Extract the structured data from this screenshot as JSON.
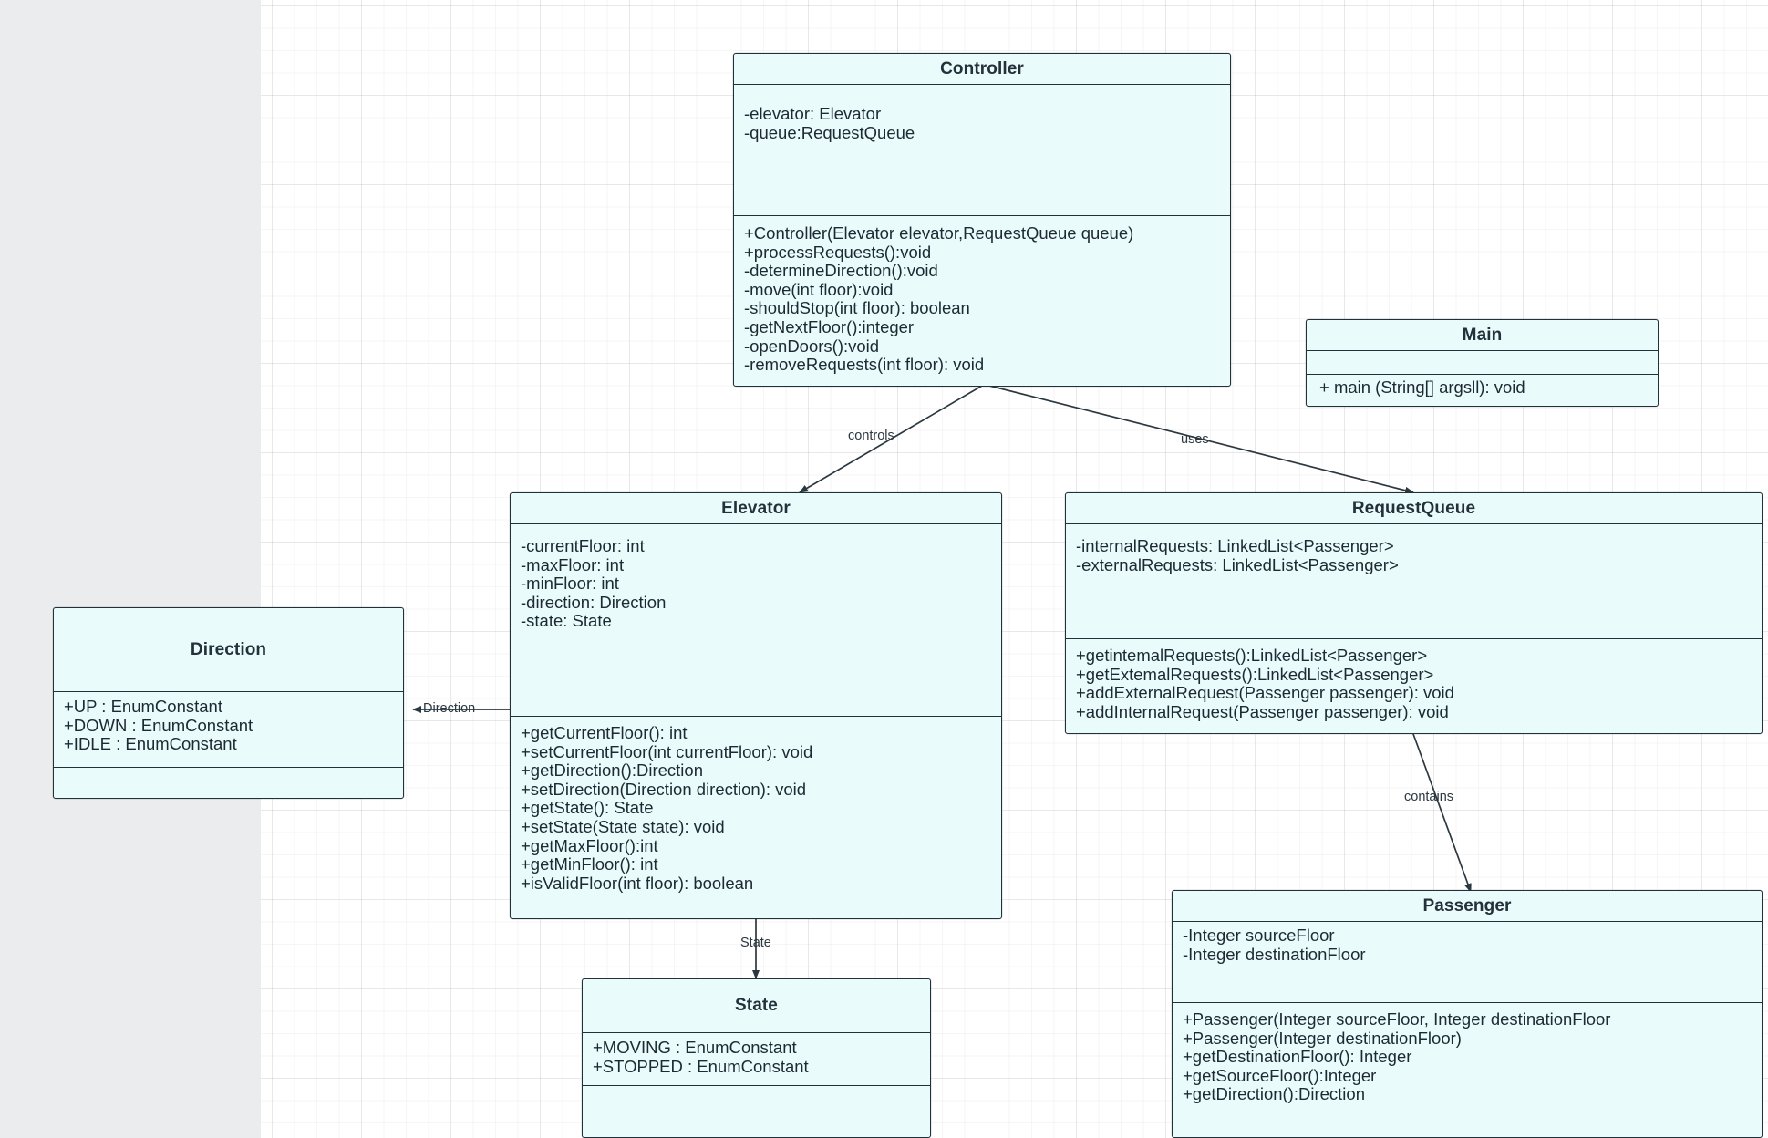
{
  "diagram": {
    "kind": "uml-class-diagram",
    "canvas": {
      "grid": true,
      "background": "#ffffff",
      "pane_background": "#eaecee"
    },
    "colors": {
      "class_fill": "#e9fbfb",
      "class_border": "#22303a",
      "text": "#1e2a33",
      "edge": "#2b3840"
    },
    "classes": [
      {
        "name": "Controller",
        "attributes": [
          "-elevator: Elevator",
          "-queue:RequestQueue"
        ],
        "methods": [
          "+Controller(Elevator elevator,RequestQueue queue)",
          "+processRequests():void",
          "-determineDirection():void",
          "-move(int floor):void",
          "-shouldStop(int floor): boolean",
          "-getNextFloor():integer",
          "-openDoors():void",
          "-removeRequests(int floor): void"
        ]
      },
      {
        "name": "Main",
        "attributes": [],
        "methods": [
          "+ main (String[] argsll): void"
        ]
      },
      {
        "name": "Elevator",
        "attributes": [
          "-currentFloor: int",
          "-maxFloor: int",
          "-minFloor: int",
          "-direction: Direction",
          "-state: State"
        ],
        "methods": [
          "+getCurrentFloor(): int",
          "+setCurrentFloor(int currentFloor): void",
          "+getDirection():Direction",
          "+setDirection(Direction direction): void",
          "+getState(): State",
          "+setState(State state): void",
          "+getMaxFloor():int",
          "+getMinFloor(): int",
          "+isValidFloor(int floor): boolean"
        ]
      },
      {
        "name": "RequestQueue",
        "attributes": [
          "-internalRequests: LinkedList<Passenger>",
          "-externalRequests: LinkedList<Passenger>"
        ],
        "methods": [
          "+getintemalRequests():LinkedList<Passenger>",
          "+getExtemalRequests():LinkedList<Passenger>",
          "+addExternalRequest(Passenger passenger): void",
          "+addInternalRequest(Passenger passenger): void"
        ]
      },
      {
        "name": "Direction",
        "attributes": [
          "+UP :  EnumConstant",
          "+DOWN :  EnumConstant",
          "+IDLE :  EnumConstant"
        ],
        "methods": []
      },
      {
        "name": "State",
        "attributes": [
          "+MOVING :  EnumConstant",
          "+STOPPED :  EnumConstant"
        ],
        "methods": []
      },
      {
        "name": "Passenger",
        "attributes": [
          "-Integer sourceFloor",
          "-Integer destinationFloor"
        ],
        "methods": [
          "+Passenger(Integer sourceFloor, Integer destinationFloor",
          "+Passenger(Integer destinationFloor)",
          "+getDestinationFloor():  Integer",
          "+getSourceFloor():Integer",
          "+getDirection():Direction"
        ]
      }
    ],
    "relations": [
      {
        "from": "Controller",
        "to": "Elevator",
        "label": "controls"
      },
      {
        "from": "Controller",
        "to": "RequestQueue",
        "label": "uses"
      },
      {
        "from": "RequestQueue",
        "to": "Passenger",
        "label": "contains"
      },
      {
        "from": "Elevator",
        "to": "Direction",
        "label": "Direction"
      },
      {
        "from": "Elevator",
        "to": "State",
        "label": "State"
      }
    ]
  }
}
